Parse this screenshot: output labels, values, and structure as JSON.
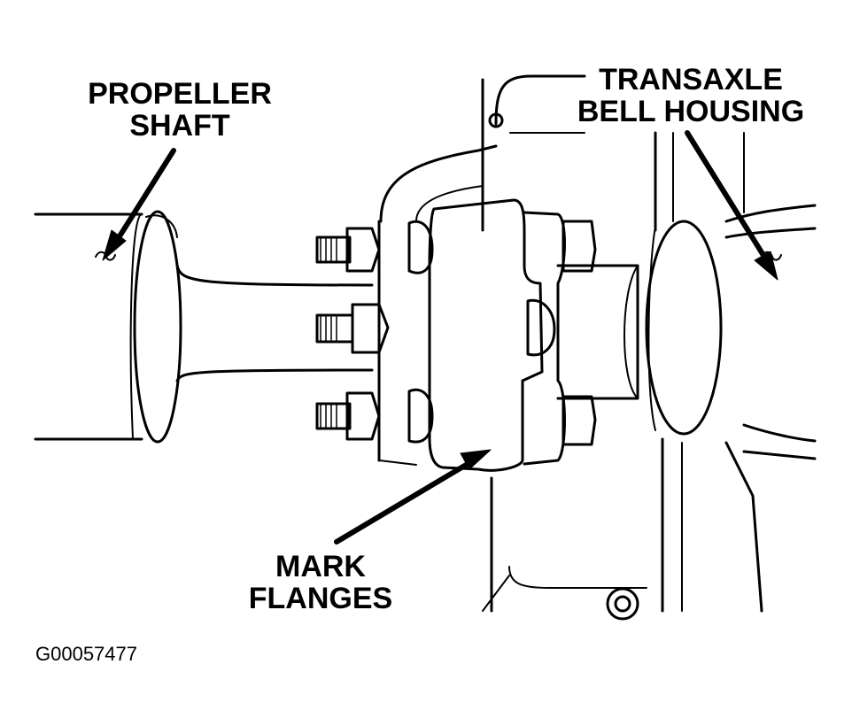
{
  "labels": {
    "propeller_shaft": [
      "PROPELLER",
      "SHAFT"
    ],
    "transaxle_bell_housing": [
      "TRANSAXLE",
      "BELL HOUSING"
    ],
    "mark_flanges": [
      "MARK",
      "FLANGES"
    ]
  },
  "figure_id": "G00057477"
}
